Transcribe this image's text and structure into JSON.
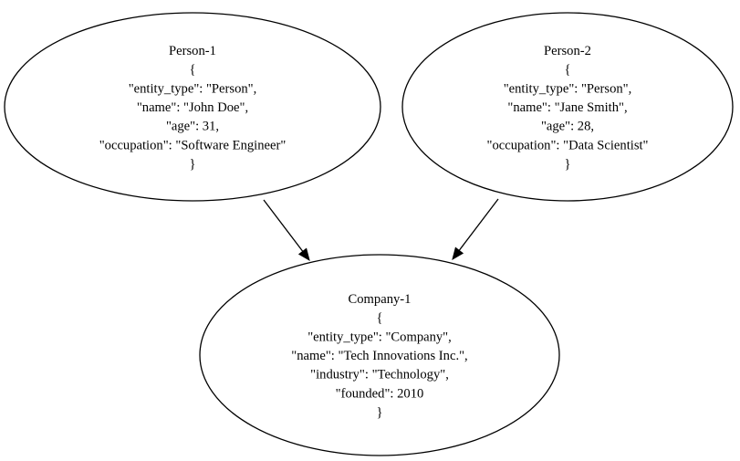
{
  "nodes": [
    {
      "id": "Person-1",
      "lines": [
        "Person-1",
        "{",
        "\"entity_type\": \"Person\",",
        "\"name\": \"John Doe\",",
        "\"age\": 31,",
        "\"occupation\": \"Software Engineer\"",
        "}"
      ]
    },
    {
      "id": "Person-2",
      "lines": [
        "Person-2",
        "{",
        "\"entity_type\": \"Person\",",
        "\"name\": \"Jane Smith\",",
        "\"age\": 28,",
        "\"occupation\": \"Data Scientist\"",
        "}"
      ]
    },
    {
      "id": "Company-1",
      "lines": [
        "Company-1",
        "{",
        "\"entity_type\": \"Company\",",
        "\"name\": \"Tech Innovations Inc.\",",
        "\"industry\": \"Technology\",",
        "\"founded\": 2010",
        "}"
      ]
    }
  ],
  "edges": [
    {
      "from": "Person-1",
      "to": "Company-1"
    },
    {
      "from": "Person-2",
      "to": "Company-1"
    }
  ],
  "colors": {
    "stroke": "#000000",
    "fill": "#ffffff",
    "text": "#000000"
  }
}
